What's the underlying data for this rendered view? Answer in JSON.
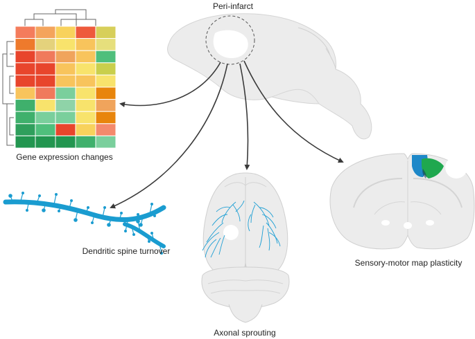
{
  "labels": {
    "peri_infarct": "Peri-infarct",
    "gene_expression": "Gene expression changes",
    "dendritic_spine": "Dendritic spine turnover",
    "axonal_sprouting": "Axonal sprouting",
    "sensory_motor": "Sensory-motor map plasticity"
  },
  "colors": {
    "brain_fill": "#ececec",
    "brain_stroke": "#cfcfcf",
    "arrow": "#3a3a3a",
    "axon_blue": "#1e9fd4",
    "dendrite_blue": "#1a9cd0",
    "map_blue": "#1e88c8",
    "map_green": "#1fa84f"
  },
  "heatmap": {
    "rows": [
      [
        "#f47c5c",
        "#f4a45c",
        "#f8d25c",
        "#ee5a3c",
        "#d7cf5a"
      ],
      [
        "#ee7a2c",
        "#e4d27c",
        "#f8e36c",
        "#f8c45c",
        "#e6df7c"
      ],
      [
        "#e8452c",
        "#f07a5c",
        "#f0a45c",
        "#f8c45c",
        "#4fbf7c"
      ],
      [
        "#e8452c",
        "#e8452c",
        "#f8c45c",
        "#f8e36c",
        "#c9cf4c"
      ],
      [
        "#e8452c",
        "#e8452c",
        "#f8c45c",
        "#f8c45c",
        "#f8e36c"
      ],
      [
        "#f8c45c",
        "#f07a5c",
        "#7acf9c",
        "#f8e36c",
        "#e8850c"
      ],
      [
        "#3fb06c",
        "#f8e36c",
        "#8fd3a8",
        "#f8e36c",
        "#f0a45c"
      ],
      [
        "#3fb06c",
        "#7acf9c",
        "#7acf9c",
        "#f8e36c",
        "#e8850c"
      ],
      [
        "#2f9f5c",
        "#4fbf7c",
        "#e8452c",
        "#f8d25c",
        "#f48a6c"
      ],
      [
        "#229650",
        "#229650",
        "#229650",
        "#3fb06c",
        "#7acf9c"
      ]
    ]
  }
}
